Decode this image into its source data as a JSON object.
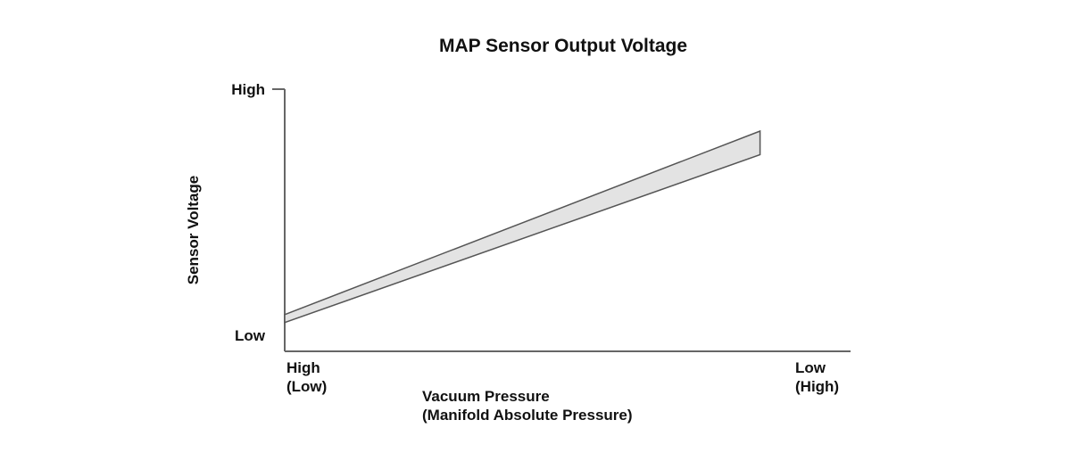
{
  "chart_data": {
    "type": "area",
    "title": "MAP Sensor Output Voltage",
    "ylabel": "Sensor Voltage",
    "xlabel_lines": [
      "Vacuum Pressure",
      "(Manifold Absolute Pressure)"
    ],
    "y_ticks": [
      {
        "label": "High",
        "value": 1.0
      },
      {
        "label": "Low",
        "value": 0.0
      }
    ],
    "x_ticks": [
      {
        "lines": [
          "High",
          "(Low)"
        ],
        "value": 0.0
      },
      {
        "lines": [
          "Low",
          "(High)"
        ],
        "value": 1.0
      }
    ],
    "xlim": [
      0,
      1
    ],
    "ylim": [
      0,
      1
    ],
    "band": {
      "x": [
        0.0,
        0.84
      ],
      "upper": [
        0.14,
        0.84
      ],
      "lower": [
        0.11,
        0.75
      ],
      "fill": "#e3e3e3",
      "stroke": "#555555"
    },
    "axis_color": "#666666",
    "grid": false,
    "legend": "none"
  }
}
